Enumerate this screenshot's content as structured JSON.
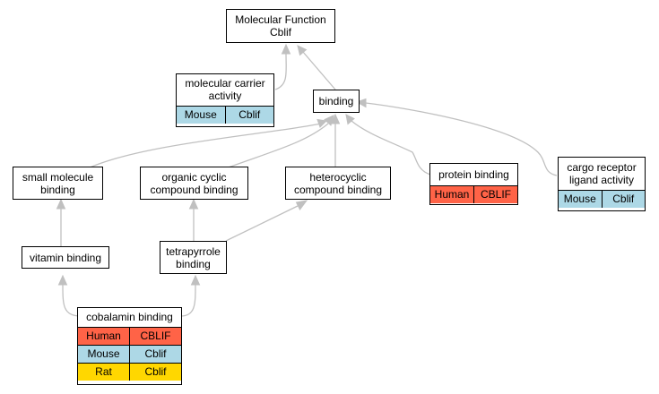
{
  "colors": {
    "edge": "#c0c0c0",
    "Human": "#ff6347",
    "Mouse": "#add8e6",
    "Rat": "#ffd700"
  },
  "nodes": {
    "root": {
      "label": "Molecular Function\nCblif"
    },
    "carrier": {
      "label": "molecular carrier\nactivity",
      "rows": [
        [
          "Mouse",
          "Cblif"
        ]
      ]
    },
    "binding": {
      "label": "binding"
    },
    "small": {
      "label": "small molecule\nbinding"
    },
    "organic": {
      "label": "organic cyclic\ncompound binding"
    },
    "hetero": {
      "label": "heterocyclic\ncompound binding"
    },
    "protein": {
      "label": "protein binding",
      "rows": [
        [
          "Human",
          "CBLIF"
        ]
      ]
    },
    "cargo": {
      "label": "cargo receptor\nligand activity",
      "rows": [
        [
          "Mouse",
          "Cblif"
        ]
      ]
    },
    "vitamin": {
      "label": "vitamin binding"
    },
    "tetra": {
      "label": "tetrapyrrole\nbinding"
    },
    "cobalamin": {
      "label": "cobalamin binding",
      "rows": [
        [
          "Human",
          "CBLIF"
        ],
        [
          "Mouse",
          "Cblif"
        ],
        [
          "Rat",
          "Cblif"
        ]
      ]
    }
  }
}
